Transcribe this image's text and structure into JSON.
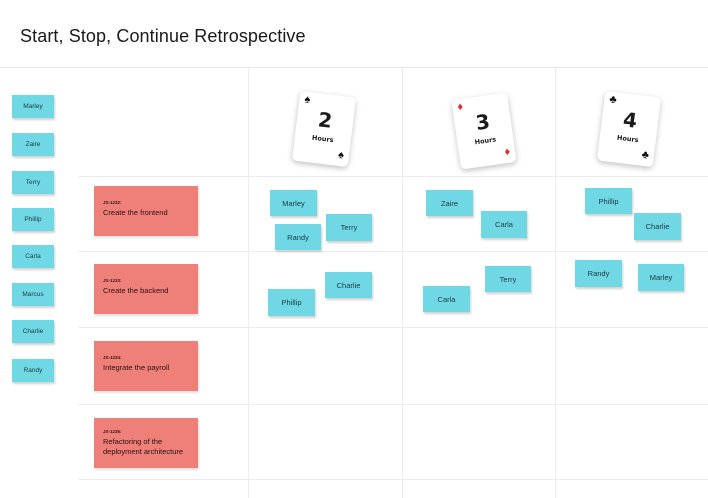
{
  "board": {
    "title": "Start, Stop, Continue Retrospective"
  },
  "sidebar": {
    "names": [
      "Marley",
      "Zaire",
      "Terry",
      "Phillip",
      "Carla",
      "Marcus",
      "Charlie",
      "Randy"
    ]
  },
  "tasks": [
    {
      "code": "JS-1232:",
      "name": "Create the frontend"
    },
    {
      "code": "JS-1233:",
      "name": "Create the backend"
    },
    {
      "code": "JS-1234:",
      "name": "Integrate the payroll"
    },
    {
      "code": "JS-1235:",
      "name": "Refactoring of the deployment architecture"
    }
  ],
  "cards": [
    {
      "value": "2",
      "unit": "Hours",
      "suit_icon": "spade-icon",
      "suit_color": "#111111"
    },
    {
      "value": "3",
      "unit": "Hours",
      "suit_icon": "diamond-icon",
      "suit_color": "#e0302b"
    },
    {
      "value": "4",
      "unit": "Hours",
      "suit_icon": "club-icon",
      "suit_color": "#111111"
    }
  ],
  "placements": {
    "two_hours": {
      "frontend": [
        "Marley",
        "Randy",
        "Terry"
      ],
      "backend": [
        "Charlie",
        "Phillip"
      ]
    },
    "three_hours": {
      "frontend": [
        "Zaire",
        "Carla"
      ],
      "backend": [
        "Terry",
        "Carla"
      ]
    },
    "four_hours": {
      "frontend": [
        "Phillip",
        "Charlie"
      ],
      "backend": [
        "Randy",
        "Marley"
      ]
    }
  },
  "colors": {
    "sticky": "#6fd8e4",
    "task": "#ef8079",
    "grid": "#ececec"
  }
}
